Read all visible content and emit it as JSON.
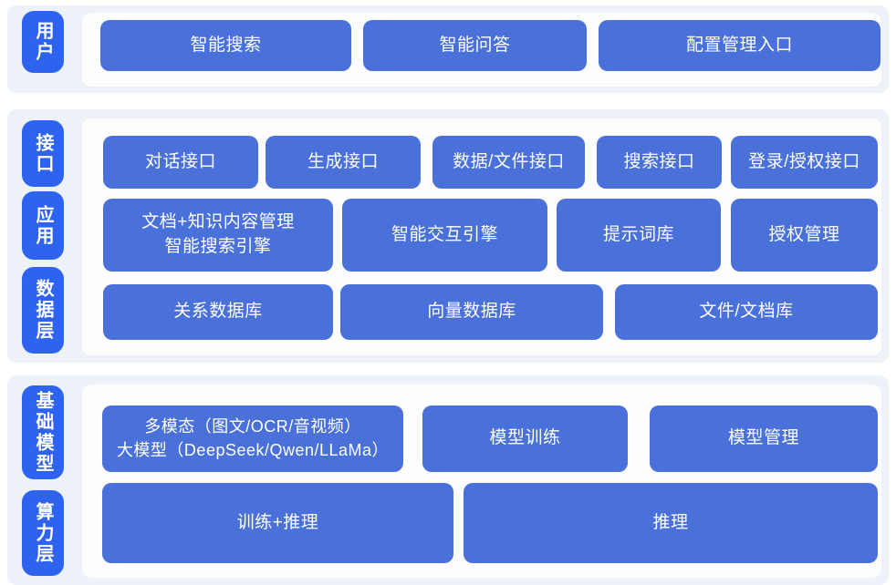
{
  "diagram": {
    "type": "layered-architecture",
    "colors": {
      "label_pill": "#2d63ee",
      "block": "#4a70d9",
      "band": "#edf1f8",
      "panel": "#fdfdfe",
      "text": "#ffffff"
    },
    "sections": [
      {
        "labels": [
          "用户"
        ],
        "rows": [
          [
            "智能搜索",
            "智能问答",
            "配置管理入口"
          ]
        ]
      },
      {
        "labels": [
          "接口",
          "应用",
          "数据层"
        ],
        "rows": [
          [
            "对话接口",
            "生成接口",
            "数据/文件接口",
            "搜索接口",
            "登录/授权接口"
          ],
          [
            "文档+知识内容管理\n智能搜索引擎",
            "智能交互引擎",
            "提示词库",
            "授权管理"
          ],
          [
            "关系数据库",
            "向量数据库",
            "文件/文档库"
          ]
        ]
      },
      {
        "labels": [
          "基础模型",
          "算力层"
        ],
        "rows": [
          [
            "多模态（图文/OCR/音视频）\n大模型（DeepSeek/Qwen/LLaMa）",
            "模型训练",
            "模型管理"
          ],
          [
            "训练+推理",
            "推理"
          ]
        ]
      }
    ]
  }
}
